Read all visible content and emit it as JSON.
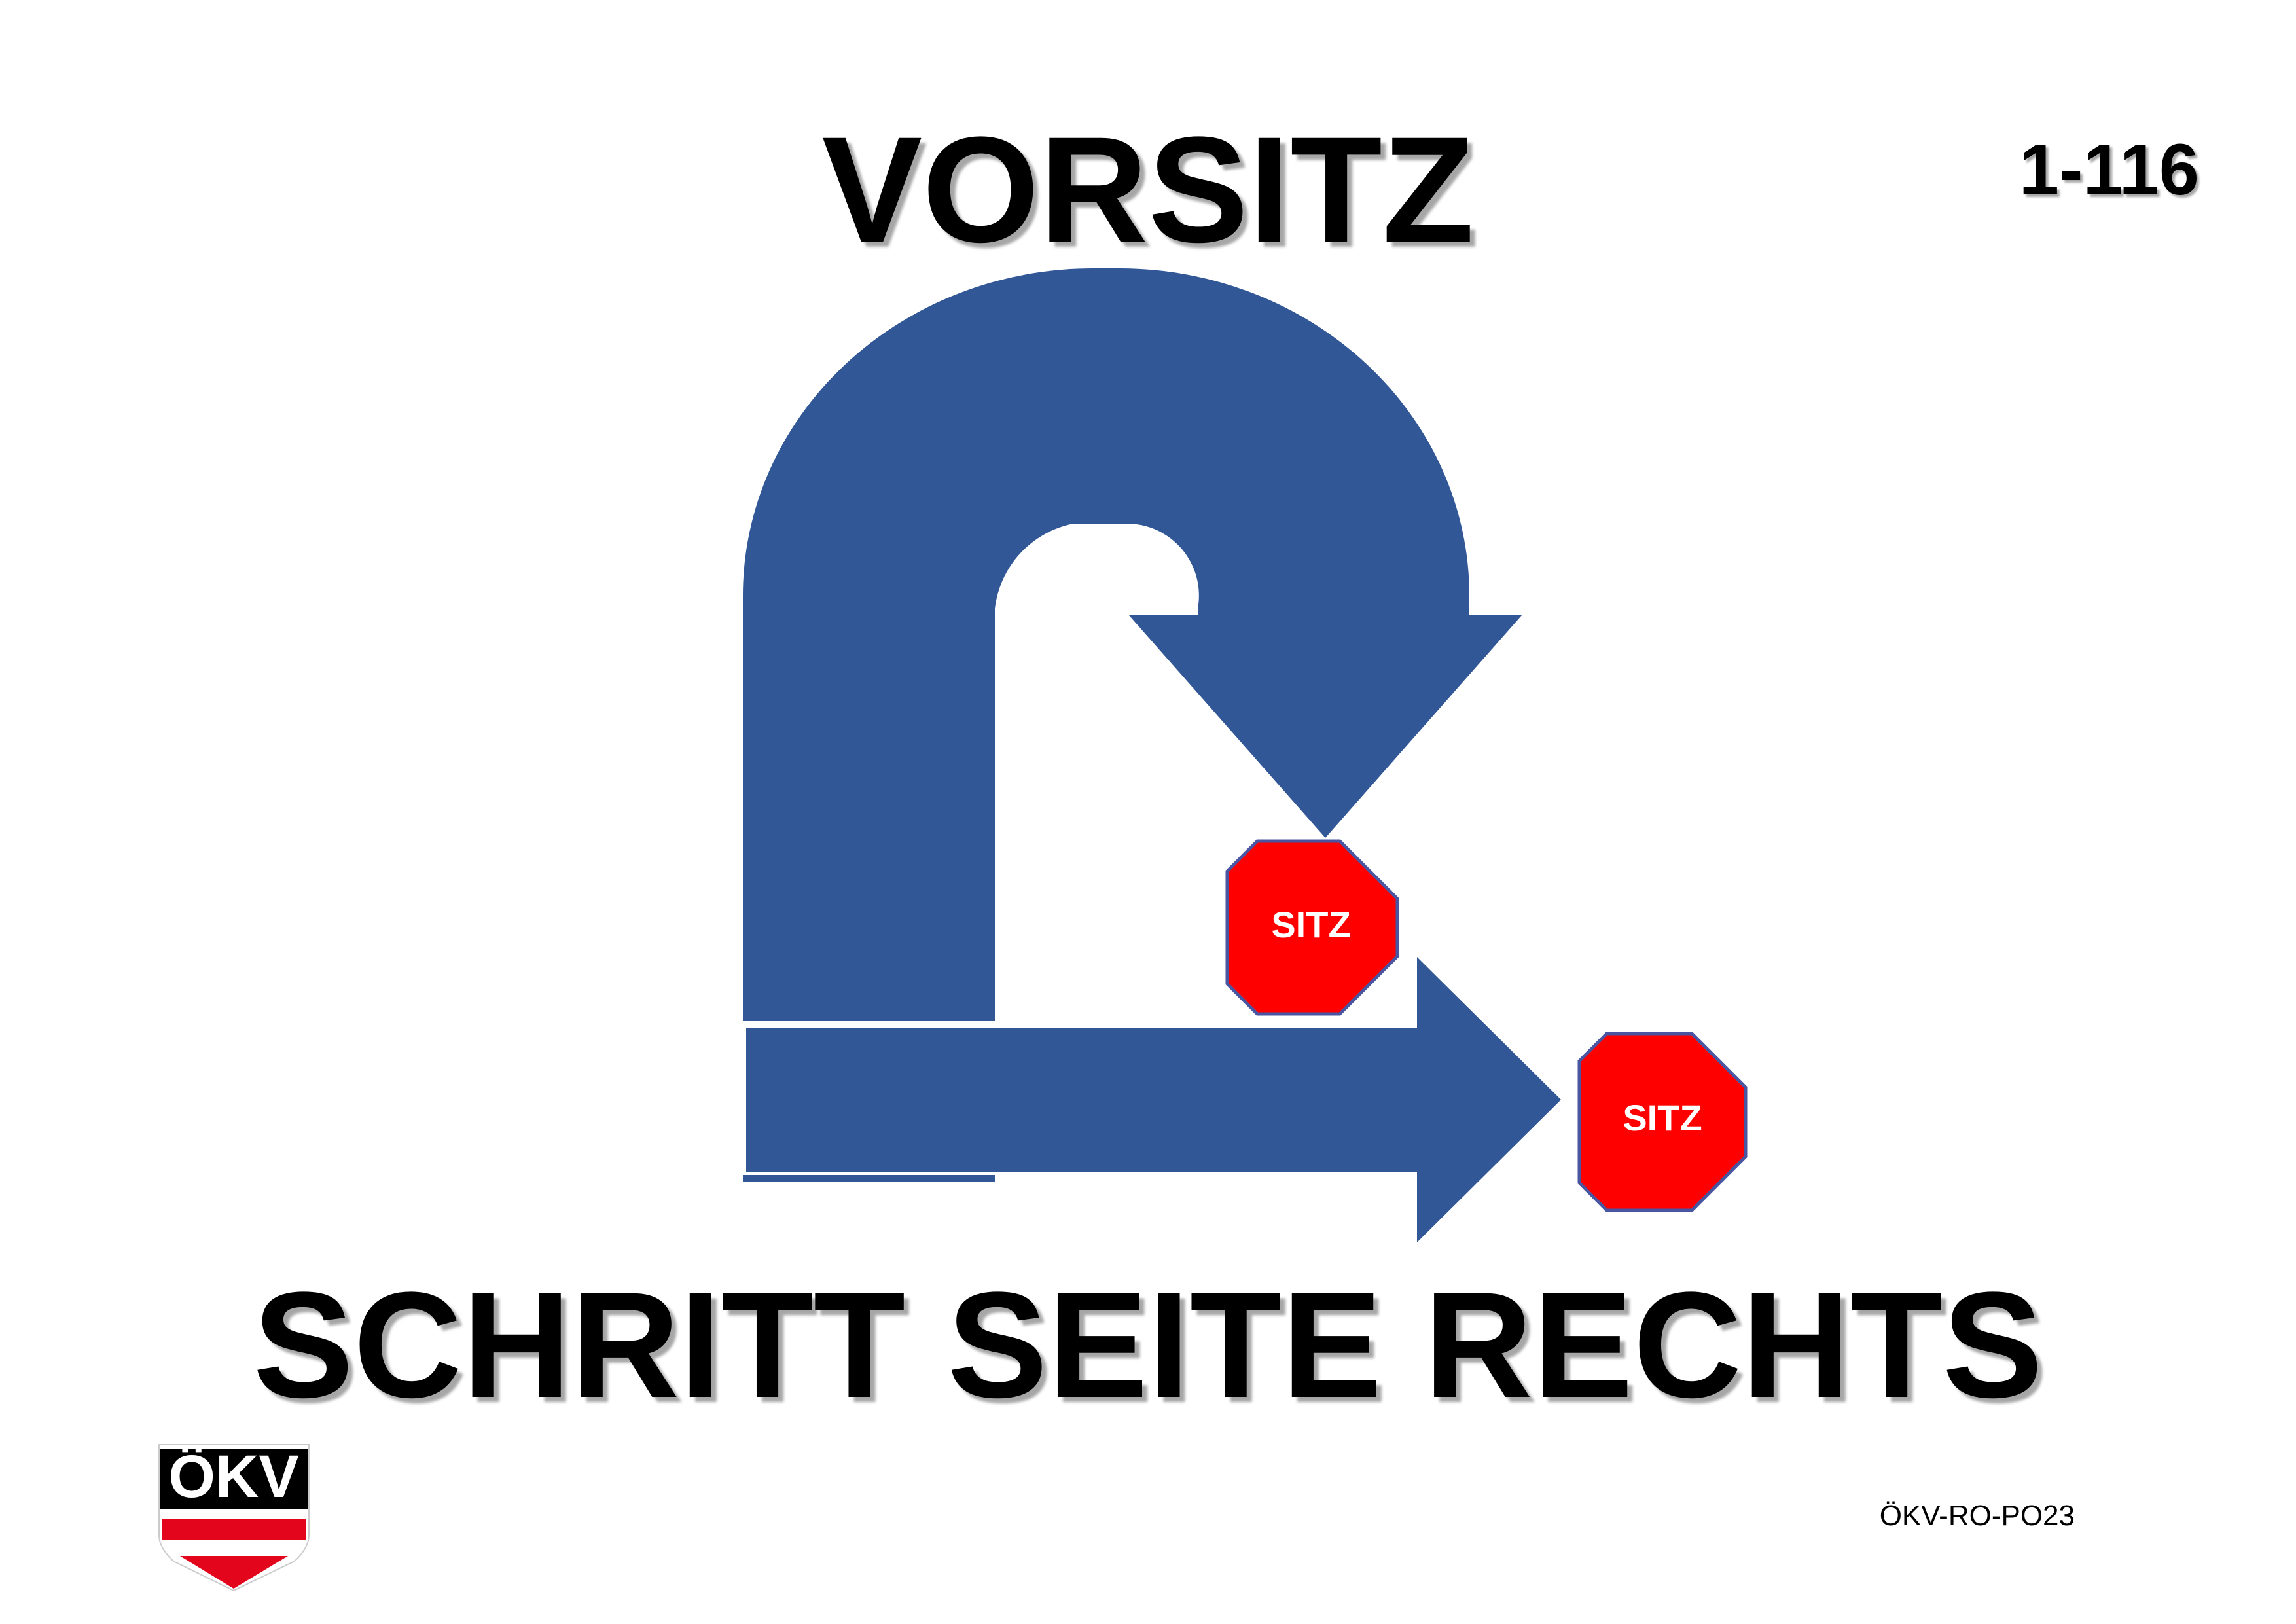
{
  "sign": {
    "title_top": "VORSITZ",
    "title_bottom": "SCHRITT SEITE RECHTS",
    "number": "1-116",
    "code": "ÖKV-RO-PO23"
  },
  "markers": [
    {
      "label": "SITZ",
      "icon": "stop-octagon-icon",
      "color": "#ff0000"
    },
    {
      "label": "SITZ",
      "icon": "stop-octagon-icon",
      "color": "#ff0000"
    }
  ],
  "arrows": [
    {
      "icon": "u-turn-arrow-icon",
      "color": "#325797"
    },
    {
      "icon": "right-arrow-icon",
      "color": "#325797"
    }
  ],
  "logo": {
    "text": "ÖKV",
    "icon": "okv-shield-logo",
    "colors": [
      "#ffffff",
      "#e3051b",
      "#000000"
    ]
  }
}
